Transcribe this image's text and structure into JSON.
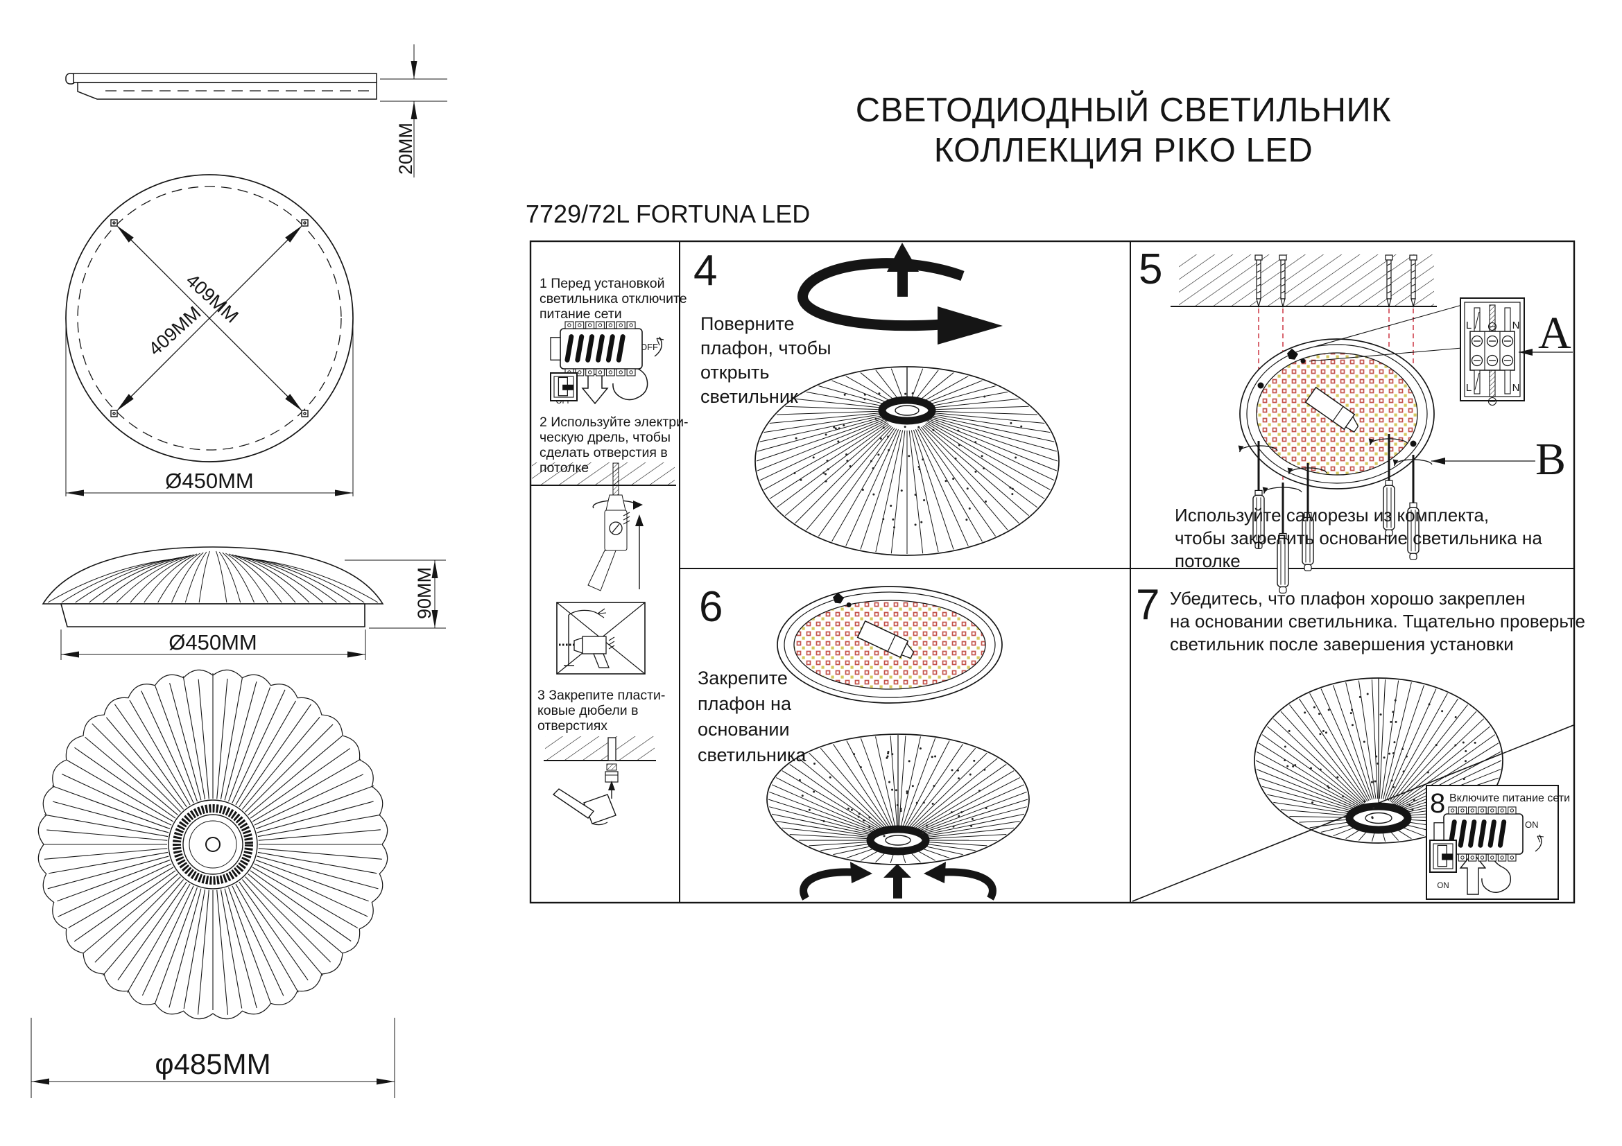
{
  "title": {
    "line1": "СВЕТОДИОДНЫЙ СВЕТИЛЬНИК",
    "line2": "КОЛЛЕКЦИЯ PIKO LED"
  },
  "model": "7729/72L FORTUNA LED",
  "dimensions": {
    "plate_thickness": "20MM",
    "mount_diagonal_1": "409MM",
    "mount_diagonal_2": "409MM",
    "base_diameter_plan": "Ø450MM",
    "base_diameter_side": "Ø450MM",
    "fixture_height": "90MM",
    "shade_diameter": "φ485MM"
  },
  "sidebar": {
    "step1": {
      "lines": [
        "1 Перед установкой",
        "светильника отключите",
        "питание сети"
      ],
      "off_breaker": "OFF",
      "off_switch": "OFF"
    },
    "step2": {
      "lines": [
        "2 Используйте электри-",
        "ческую дрель, чтобы",
        "сделать отверстия в",
        "потолке"
      ]
    },
    "step3": {
      "lines": [
        "3 Закрепите пласти-",
        "ковые дюбели в",
        "отверстиях"
      ]
    }
  },
  "panels": {
    "step4": {
      "number": "4",
      "lines": [
        "Поверните",
        "плафон, чтобы",
        "открыть",
        "светильник"
      ]
    },
    "step5": {
      "number": "5",
      "caption_lines": [
        "Используйте саморезы из комплекта,",
        "чтобы закрепить основание светильника на",
        "потолке"
      ],
      "label_a": "A",
      "label_b": "B",
      "terminal_top": {
        "l": "L",
        "n": "N"
      },
      "terminal_bottom": {
        "l": "L",
        "n": "N"
      }
    },
    "step6": {
      "number": "6",
      "lines": [
        "Закрепите",
        "плафон на",
        "основании",
        "светильника"
      ]
    },
    "step7": {
      "number": "7",
      "caption_lines": [
        "Убедитесь, что плафон хорошо закреплен",
        "на основании светильника. Тщательно проверьте",
        "светильник после завершения установки"
      ]
    },
    "step8": {
      "number": "8",
      "caption": "Включите питание сети",
      "on_breaker": "ON",
      "on_switch": "ON"
    }
  },
  "colors": {
    "line": "#151515",
    "led_dot_red": "#c4524a",
    "led_dot_yellow": "#d6c75f",
    "guide_red": "#cc3340"
  }
}
